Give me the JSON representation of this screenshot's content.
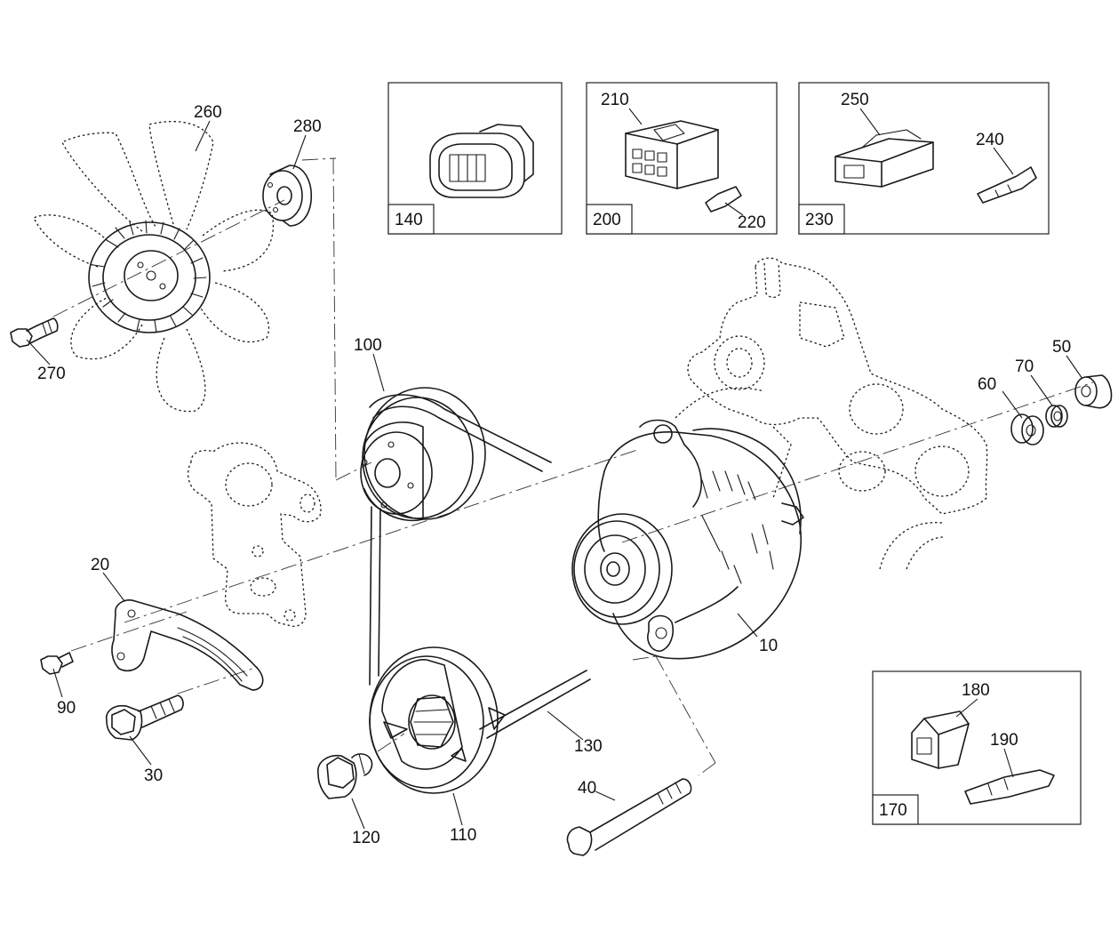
{
  "callouts": {
    "c10": "10",
    "c20": "20",
    "c30": "30",
    "c40": "40",
    "c50": "50",
    "c60": "60",
    "c70": "70",
    "c90": "90",
    "c100": "100",
    "c110": "110",
    "c120": "120",
    "c130": "130",
    "c180": "180",
    "c190": "190",
    "c210": "210",
    "c220": "220",
    "c240": "240",
    "c250": "250",
    "c260": "260",
    "c270": "270",
    "c280": "280"
  },
  "kits": {
    "k140": "140",
    "k200": "200",
    "k230": "230",
    "k170": "170"
  }
}
